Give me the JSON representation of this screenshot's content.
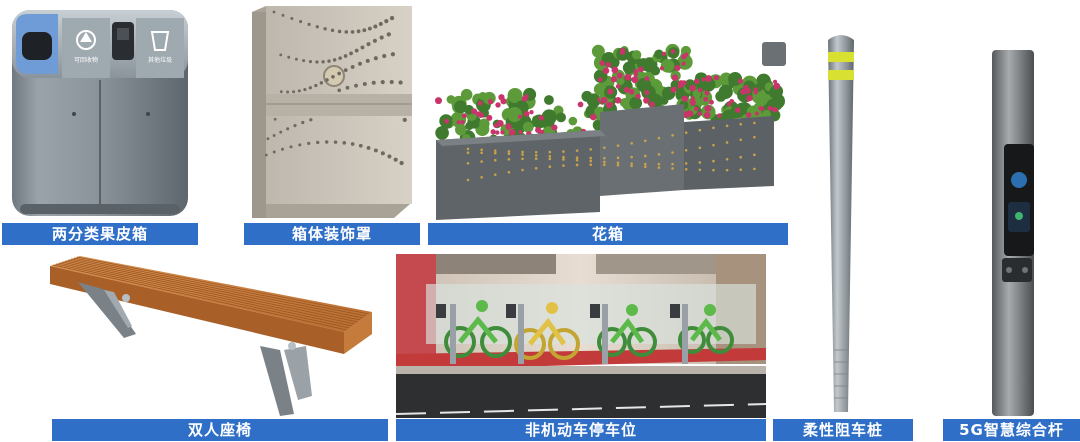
{
  "items": [
    {
      "id": "trash-bin",
      "label": "两分类果皮箱",
      "bin_left_text": "可回收物",
      "bin_right_text": "其他垃圾"
    },
    {
      "id": "box-cover",
      "label": "箱体装饰罩"
    },
    {
      "id": "flower-box",
      "label": "花箱"
    },
    {
      "id": "bench",
      "label": "双人座椅"
    },
    {
      "id": "bike-parking",
      "label": "非机动车停车位"
    },
    {
      "id": "bollard",
      "label": "柔性阻车桩"
    },
    {
      "id": "smart-pole",
      "label": "5G智慧综合杆"
    }
  ],
  "colors": {
    "label_bg": "#2f6fc7",
    "label_text": "#ffffff",
    "bollard_stripe": "#d8e032",
    "bench_wood": "#c8793a",
    "flower": "#c9356a",
    "bike_lane": "#c23a3a"
  }
}
